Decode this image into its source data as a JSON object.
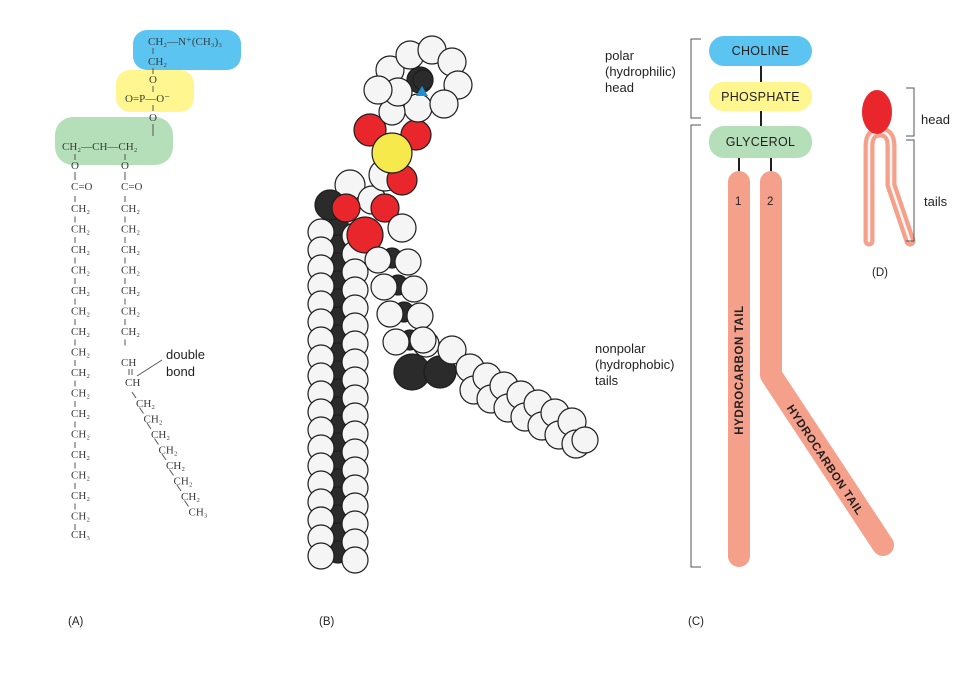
{
  "panel_a": {
    "panel_label": "(A)",
    "choline_line1": "CH₂—N⁺(CH₃)₃",
    "choline_line2": "CH₂",
    "phosphate_top_o": "O",
    "phosphate_mid": "O=P—O⁻",
    "phosphate_bottom_o": "O",
    "glycerol": "CH₂—CH—CH₂",
    "ester_o": "O",
    "carbonyl": "C=O",
    "ch2": "CH₂",
    "ch3": "CH₃",
    "ch": "CH",
    "double_bond_line1": "double",
    "double_bond_line2": "bond"
  },
  "panel_b": {
    "panel_label": "(B)"
  },
  "panel_c": {
    "panel_label": "(C)",
    "choline": "CHOLINE",
    "phosphate": "PHOSPHATE",
    "glycerol": "GLYCEROL",
    "polar_line1": "polar",
    "polar_line2": "(hydrophilic)",
    "polar_line3": "head",
    "nonpolar_line1": "nonpolar",
    "nonpolar_line2": "(hydrophobic)",
    "nonpolar_line3": "tails",
    "tail1_number": "1",
    "tail2_number": "2",
    "tail1_label": "HYDROCARBON TAIL",
    "tail2_label": "HYDROCARBON TAIL"
  },
  "panel_d": {
    "panel_label": "(D)",
    "head_label": "head",
    "tails_label": "tails"
  },
  "colors": {
    "choline": "#5bc4f1",
    "phosphate": "#fff68f",
    "glycerol": "#b5dfb9",
    "tail": "#f4a08a",
    "oxygen": "#e8262c",
    "phosphorus": "#f5e94b",
    "carbon": "#2b2b2b",
    "hydrogen": "#f5f5f5",
    "nitrogen": "#1f8fd0"
  }
}
